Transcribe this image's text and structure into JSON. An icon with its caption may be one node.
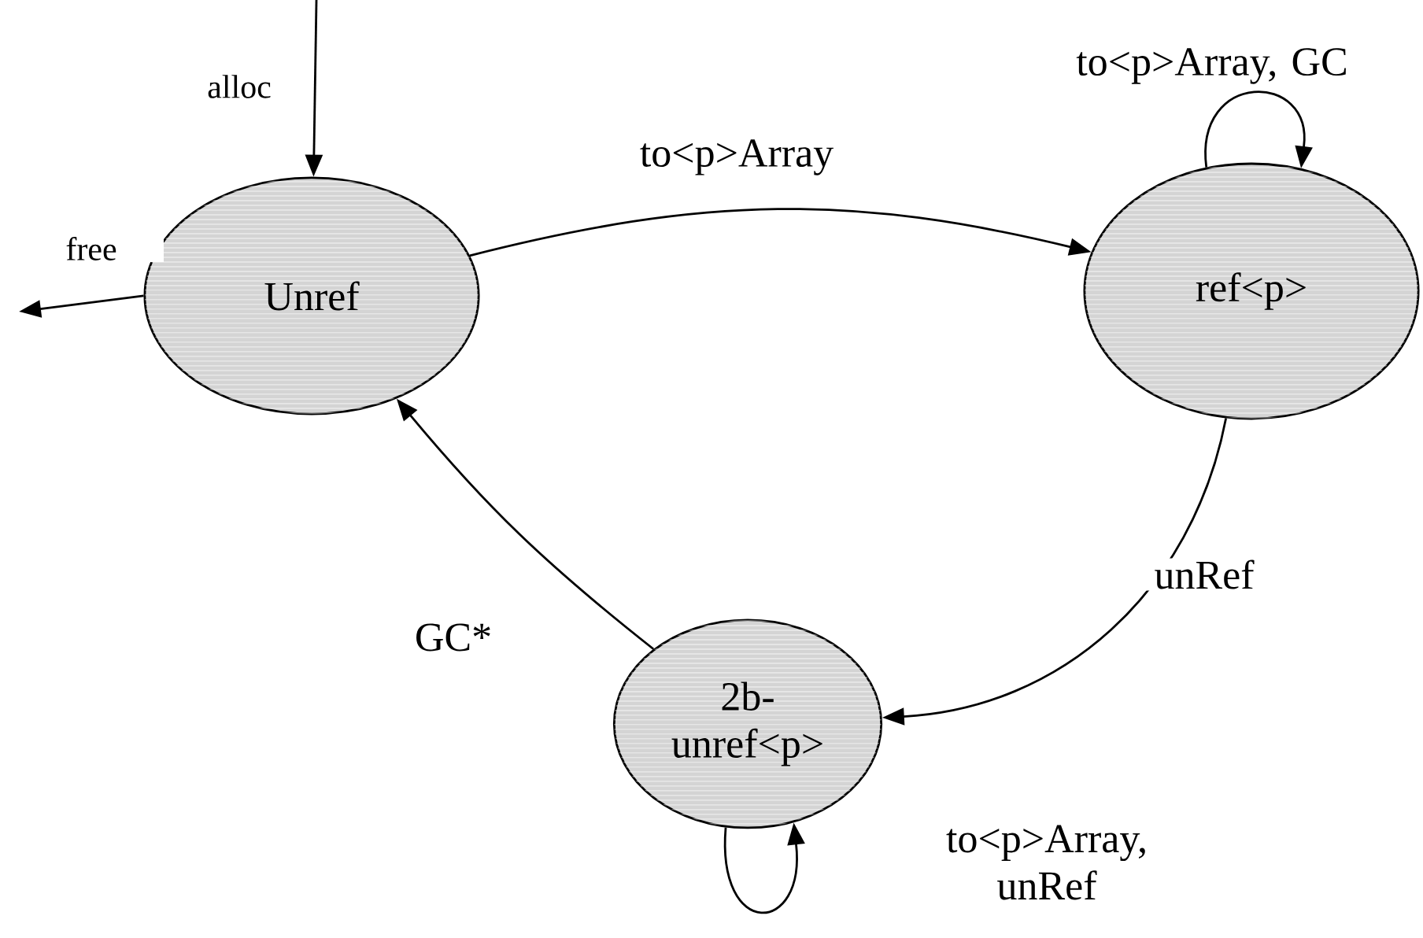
{
  "diagram": {
    "nodes": [
      {
        "text": [
          "Unref"
        ]
      },
      {
        "text": [
          "ref<p>"
        ]
      },
      {
        "text": [
          "2b- unref<p>"
        ]
      }
    ],
    "edges": [
      {
        "from": null,
        "to": 0,
        "arrow": "to",
        "label": "alloc"
      },
      {
        "from": 0,
        "to": null,
        "arrow": "to",
        "label": "free"
      },
      {
        "from": 0,
        "to": 1,
        "arrow": "to",
        "label": "to<p>Array"
      },
      {
        "from": 1,
        "to": 1,
        "arrow": "to",
        "label": "to<p>Array, GC"
      },
      {
        "from": 1,
        "to": 2,
        "arrow": "to",
        "label": "unRef"
      },
      {
        "from": 2,
        "to": 0,
        "arrow": "to",
        "label": "GC*"
      },
      {
        "from": 2,
        "to": 2,
        "arrow": "to",
        "label": "to<p>Array, unRef"
      }
    ]
  }
}
